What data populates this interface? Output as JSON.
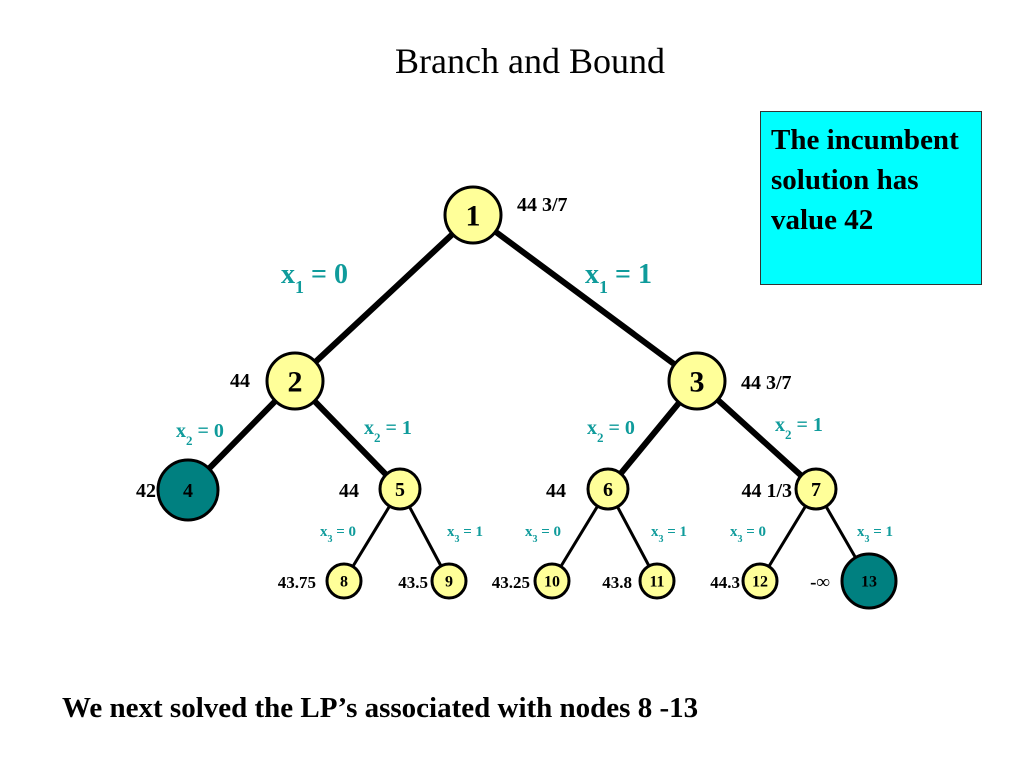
{
  "title": "Branch and Bound",
  "incumbent_box": "The incumbent solution has value 42",
  "caption": "We next solved the LP’s associated with nodes 8 -13",
  "colors": {
    "active": "#ffff99",
    "fathomed": "#008080",
    "branch_text": "#0f9b9b",
    "box": "#00ffff"
  },
  "nodes": [
    {
      "id": "1",
      "bound": "44 3/7",
      "status": "active"
    },
    {
      "id": "2",
      "bound": "44",
      "status": "active"
    },
    {
      "id": "3",
      "bound": "44 3/7",
      "status": "active"
    },
    {
      "id": "4",
      "bound": "42",
      "status": "fathomed"
    },
    {
      "id": "5",
      "bound": "44",
      "status": "active"
    },
    {
      "id": "6",
      "bound": "44",
      "status": "active"
    },
    {
      "id": "7",
      "bound": "44 1/3",
      "status": "active"
    },
    {
      "id": "8",
      "bound": "43.75",
      "status": "active"
    },
    {
      "id": "9",
      "bound": "43.5",
      "status": "active"
    },
    {
      "id": "10",
      "bound": "43.25",
      "status": "active"
    },
    {
      "id": "11",
      "bound": "43.8",
      "status": "active"
    },
    {
      "id": "12",
      "bound": "44.3",
      "status": "active"
    },
    {
      "id": "13",
      "bound": "-∞",
      "status": "fathomed"
    }
  ],
  "branches": [
    {
      "var": "x",
      "sub": "1",
      "val": "0"
    },
    {
      "var": "x",
      "sub": "1",
      "val": "1"
    },
    {
      "var": "x",
      "sub": "2",
      "val": "0"
    },
    {
      "var": "x",
      "sub": "2",
      "val": "1"
    },
    {
      "var": "x",
      "sub": "2",
      "val": "0"
    },
    {
      "var": "x",
      "sub": "2",
      "val": "1"
    },
    {
      "var": "x",
      "sub": "3",
      "val": "0"
    },
    {
      "var": "x",
      "sub": "3",
      "val": "1"
    },
    {
      "var": "x",
      "sub": "3",
      "val": "0"
    },
    {
      "var": "x",
      "sub": "3",
      "val": "1"
    },
    {
      "var": "x",
      "sub": "3",
      "val": "0"
    },
    {
      "var": "x",
      "sub": "3",
      "val": "1"
    }
  ]
}
